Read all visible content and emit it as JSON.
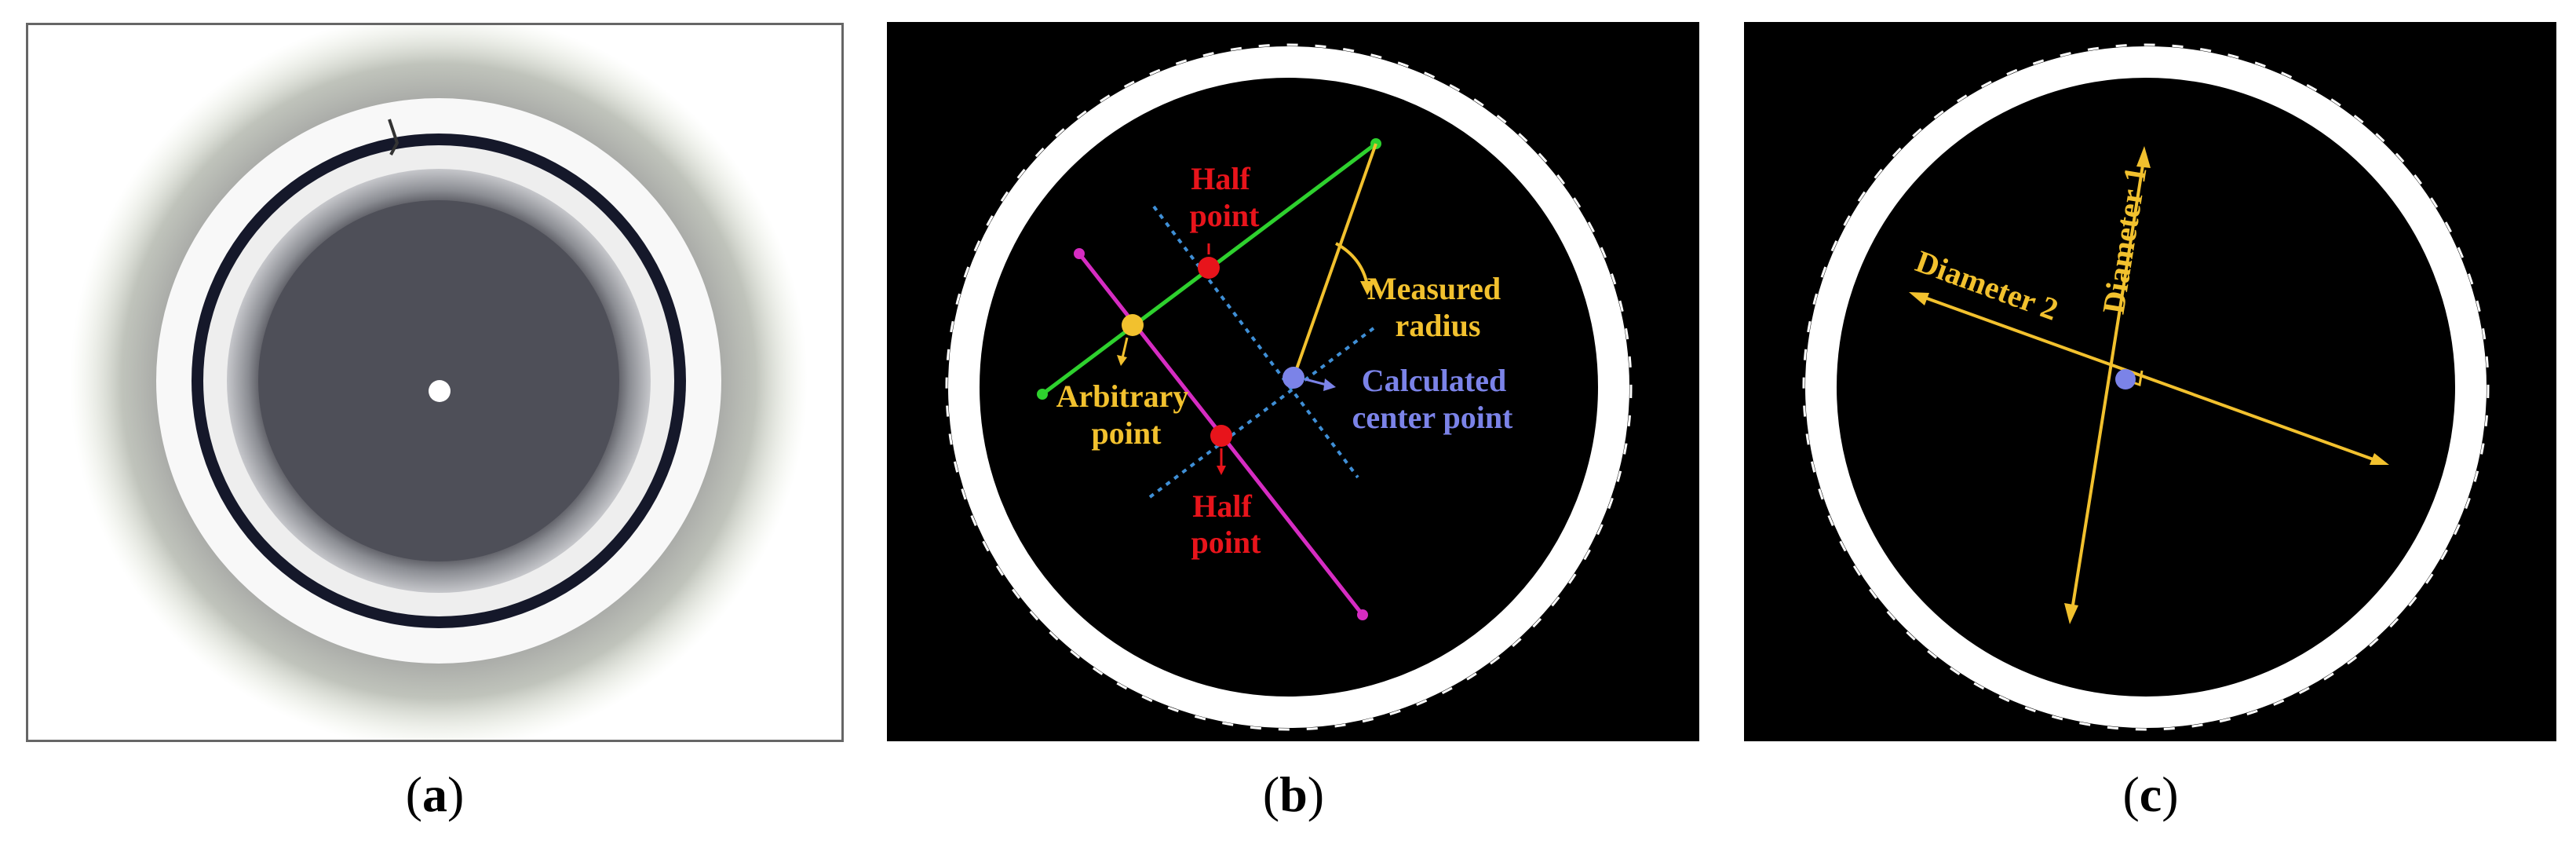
{
  "panels": {
    "a": {
      "caption_open": "(",
      "caption_letter": "a",
      "caption_close": ")"
    },
    "b": {
      "caption_open": "(",
      "caption_letter": "b",
      "caption_close": ")",
      "labels": {
        "half_point_top_line1": "Half",
        "half_point_top_line2": "point",
        "half_point_bottom_line1": "Half",
        "half_point_bottom_line2": "point",
        "arbitrary_line1": "Arbitrary",
        "arbitrary_line2": "point",
        "measured_line1": "Measured",
        "measured_line2": "radius",
        "calculated_line1": "Calculated",
        "calculated_line2": "center point"
      }
    },
    "c": {
      "caption_open": "(",
      "caption_letter": "c",
      "caption_close": ")",
      "labels": {
        "diameter_1": "Diameter 1",
        "diameter_2": "Diameter 2"
      }
    }
  },
  "colors": {
    "red": "#e8141b",
    "yellow": "#f2c12e",
    "blue": "#7b83e8",
    "green": "#2ed12e",
    "magenta": "#d62cc2",
    "dotted_blue": "#3f8fd6",
    "ring": "#ffffff"
  }
}
